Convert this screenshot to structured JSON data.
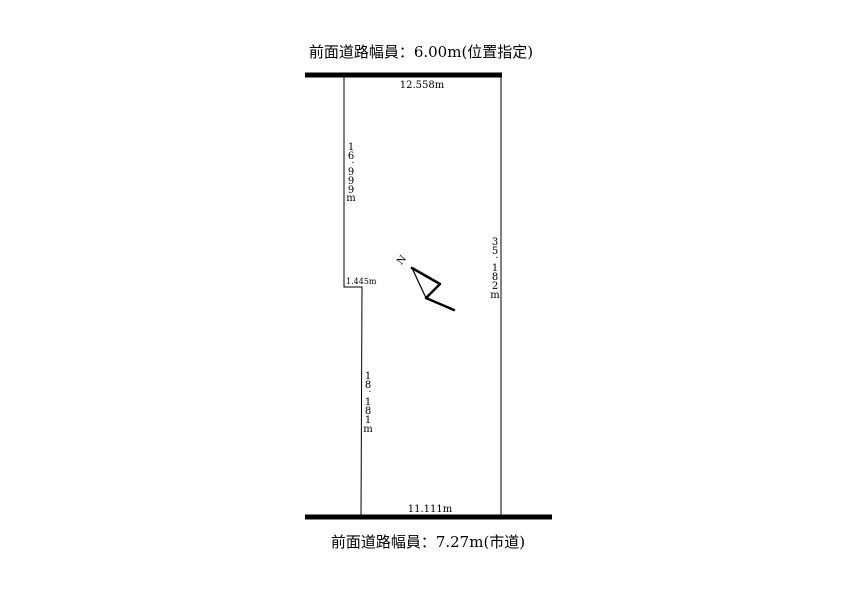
{
  "roads": {
    "top_label": "前面道路幅員：6.00m(位置指定)",
    "bottom_label": "前面道路幅員：7.27m(市道)"
  },
  "dimensions": {
    "top_width": "12.558m",
    "left_upper": [
      "1",
      "6",
      ".",
      "9",
      "9",
      "9",
      "m"
    ],
    "step": "1.445m",
    "left_lower": [
      "1",
      "8",
      ".",
      "1",
      "8",
      "1",
      "m"
    ],
    "right": [
      "3",
      "5",
      ".",
      "1",
      "8",
      "2",
      "m"
    ],
    "bottom_width": "11.111m"
  },
  "north_arrow": {
    "letter": "N"
  },
  "colors": {
    "ink": "#000000",
    "background": "#ffffff"
  }
}
